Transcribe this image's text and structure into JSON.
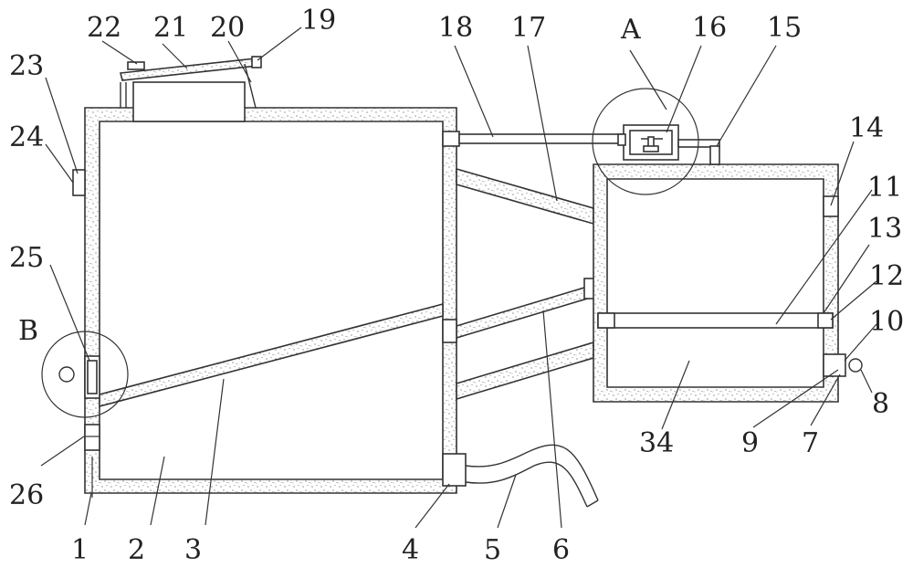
{
  "diagram": {
    "labels": {
      "l1": "1",
      "l2": "2",
      "l3": "3",
      "l4": "4",
      "l5": "5",
      "l6": "6",
      "l7": "7",
      "l8": "8",
      "l9": "9",
      "l10": "10",
      "l11": "11",
      "l12": "12",
      "l13": "13",
      "l14": "14",
      "l15": "15",
      "l16": "16",
      "l17": "17",
      "l18": "18",
      "l19": "19",
      "l20": "20",
      "l21": "21",
      "l22": "22",
      "l23": "23",
      "l24": "24",
      "l25": "25",
      "l26": "26",
      "l34": "34",
      "lA": "A",
      "lB": "B"
    }
  }
}
